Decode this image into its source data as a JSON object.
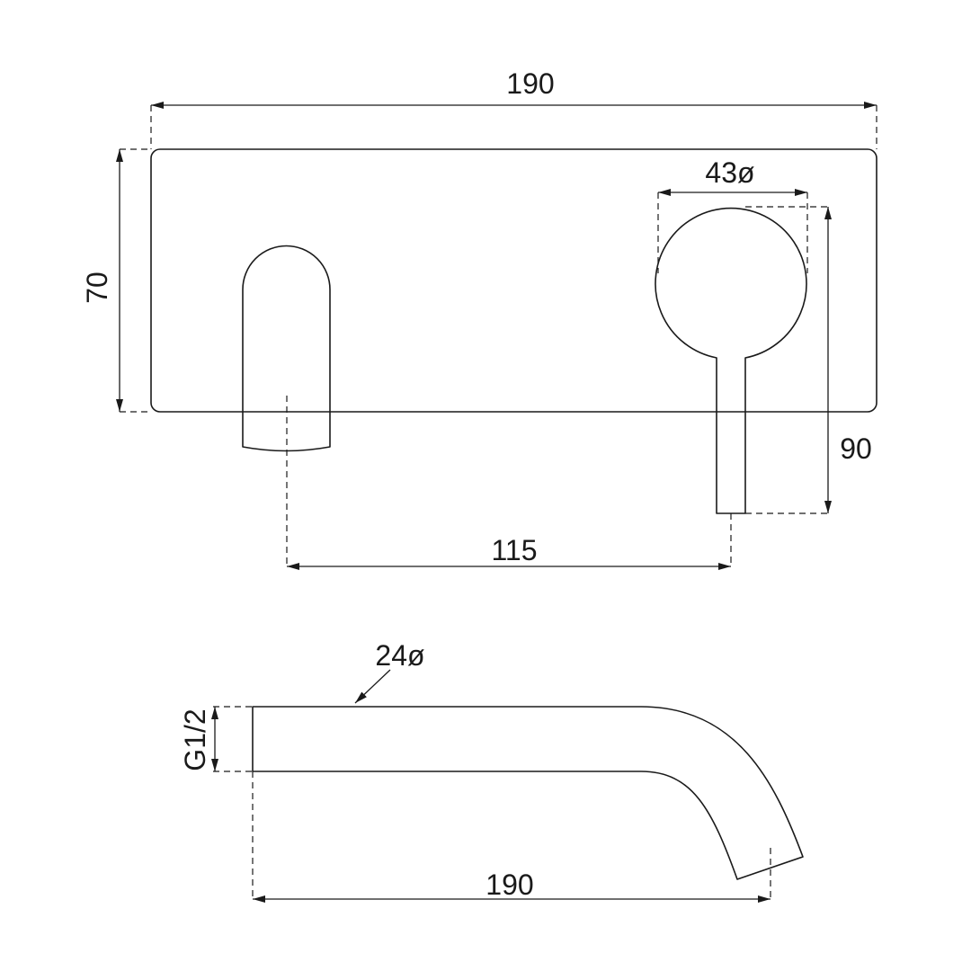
{
  "front_view": {
    "overall_width": "190",
    "plate_height": "70",
    "handle_diameter": "43ø",
    "handle_height": "90",
    "centre_distance": "115"
  },
  "side_view": {
    "spout_diameter": "24ø",
    "thread": "G1/2",
    "spout_length": "190"
  }
}
